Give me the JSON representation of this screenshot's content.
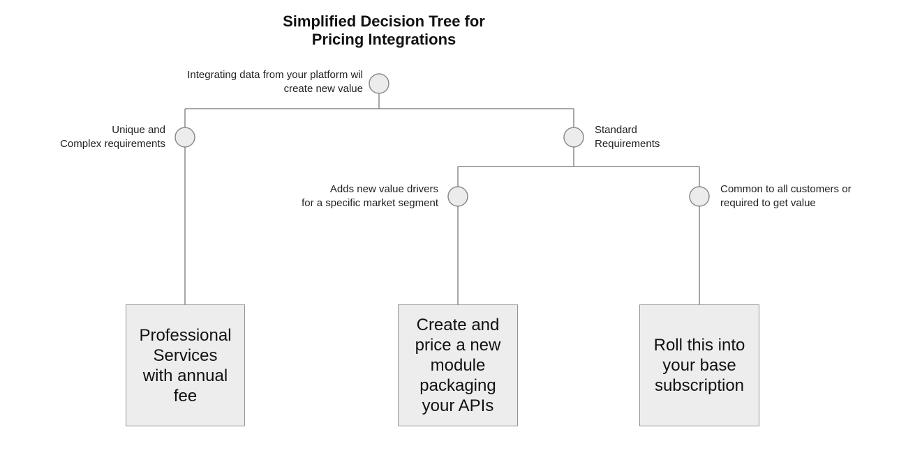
{
  "title": "Simplified Decision Tree for\nPricing Integrations",
  "nodes": {
    "root": {
      "label": "Integrating data from your platform wil\ncreate new value"
    },
    "unique_complex": {
      "label": "Unique and\nComplex requirements"
    },
    "standard": {
      "label": "Standard\nRequirements"
    },
    "new_value_drivers": {
      "label": "Adds new value drivers\nfor a specific market segment"
    },
    "common_all": {
      "label": "Common to all customers or\nrequired to get value"
    }
  },
  "outcomes": {
    "professional_services": {
      "label": "Professional\nServices\nwith annual\nfee"
    },
    "new_module": {
      "label": "Create and\nprice a new\nmodule\npackaging\nyour APIs"
    },
    "base_subscription": {
      "label": "Roll this into\nyour base\nsubscription"
    }
  },
  "colors": {
    "node_fill": "#ececec",
    "node_stroke": "#8a8a8a",
    "connector_line": "#8a8a8a",
    "box_fill": "#ededed",
    "box_stroke": "#949494",
    "text": "#1a1a1a",
    "background": "#ffffff"
  }
}
